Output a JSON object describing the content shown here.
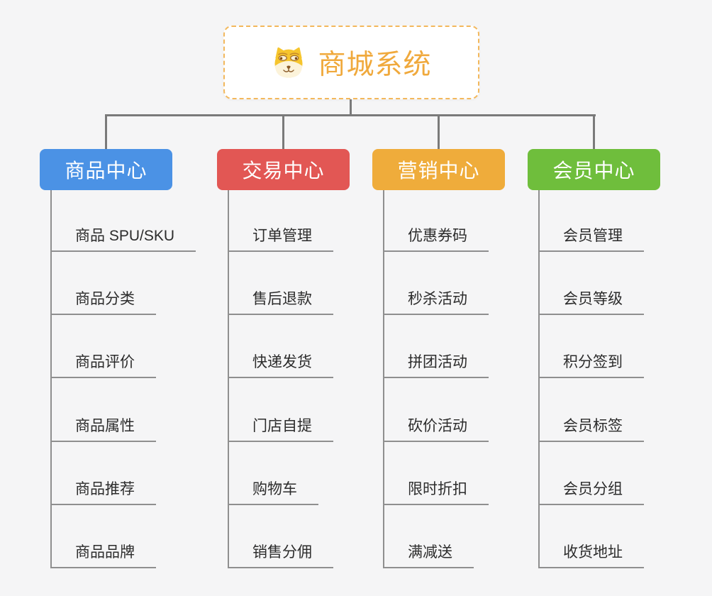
{
  "canvas": {
    "background": "#f5f5f6"
  },
  "root": {
    "title": "商城系统",
    "icon": "doge-icon",
    "text_color": "#f0a93c",
    "border_color": "#f3b85c"
  },
  "lines": {
    "connector": "#7a7a7a",
    "leaf": "#8f8f8f"
  },
  "branches": [
    {
      "label": "商品中心",
      "color": "#4b92e5",
      "items": [
        "商品 SPU/SKU",
        "商品分类",
        "商品评价",
        "商品属性",
        "商品推荐",
        "商品品牌"
      ]
    },
    {
      "label": "交易中心",
      "color": "#e25754",
      "items": [
        "订单管理",
        "售后退款",
        "快递发货",
        "门店自提",
        "购物车",
        "销售分佣"
      ]
    },
    {
      "label": "营销中心",
      "color": "#efac3b",
      "items": [
        "优惠券码",
        "秒杀活动",
        "拼团活动",
        "砍价活动",
        "限时折扣",
        "满减送"
      ]
    },
    {
      "label": "会员中心",
      "color": "#6fbe3c",
      "items": [
        "会员管理",
        "会员等级",
        "积分签到",
        "会员标签",
        "会员分组",
        "收货地址"
      ]
    }
  ]
}
